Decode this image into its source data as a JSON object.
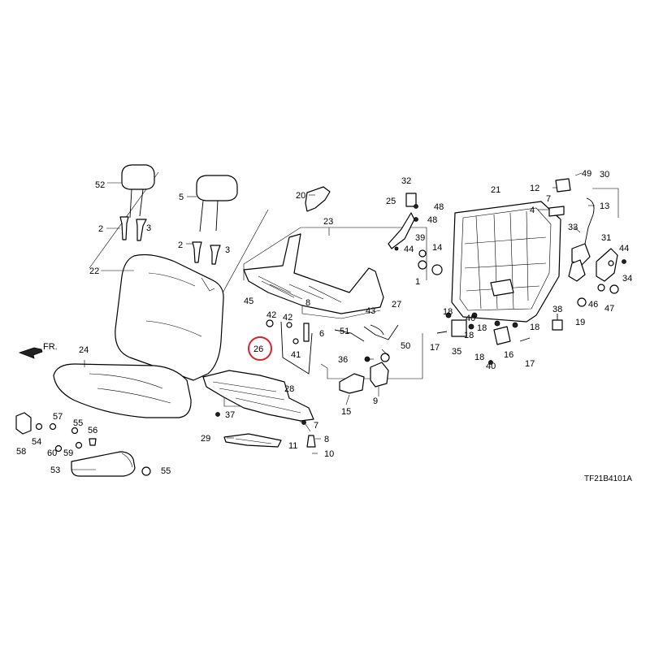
{
  "diagram": {
    "code": "TF21B4101A",
    "front_label": "FR.",
    "highlight_callout": "26",
    "callouts": [
      "52",
      "2",
      "3",
      "5",
      "2",
      "3",
      "22",
      "24",
      "58",
      "54",
      "57",
      "60",
      "55",
      "59",
      "56",
      "53",
      "55",
      "20",
      "23",
      "45",
      "42",
      "42",
      "8",
      "41",
      "6",
      "51",
      "26",
      "43",
      "27",
      "50",
      "36",
      "9",
      "15",
      "28",
      "37",
      "7",
      "29",
      "8",
      "11",
      "10",
      "32",
      "25",
      "48",
      "48",
      "39",
      "1",
      "14",
      "44",
      "21",
      "12",
      "49",
      "7",
      "4",
      "30",
      "13",
      "33",
      "31",
      "44",
      "34",
      "18",
      "18",
      "40",
      "18",
      "35",
      "17",
      "18",
      "40",
      "16",
      "18",
      "17",
      "38",
      "19",
      "46",
      "47"
    ]
  }
}
